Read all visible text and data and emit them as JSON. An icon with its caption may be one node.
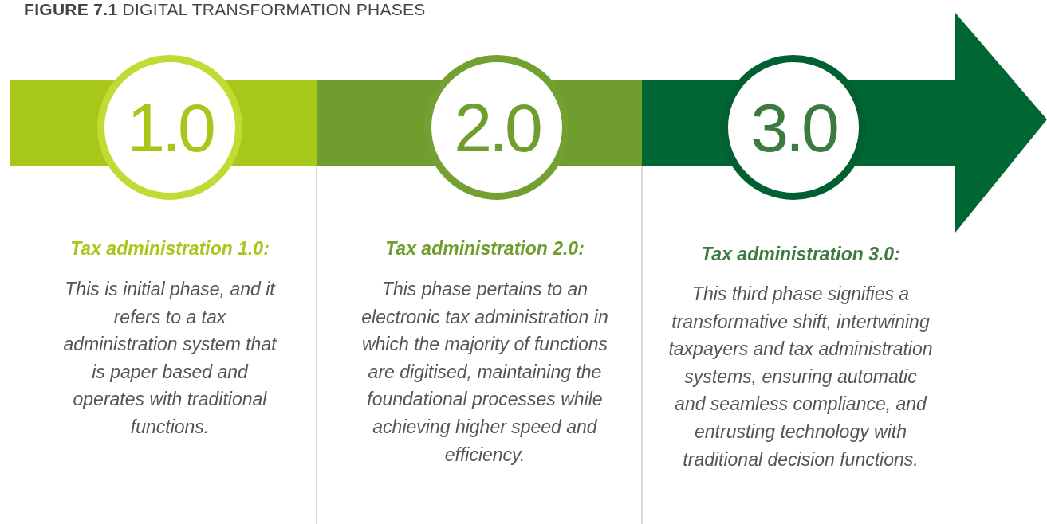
{
  "diagram": {
    "title": "**FIGURE 7.1** DIGITAL TRANSFORMATION PHASES",
    "nodes": [
      {
        "text": [
          "1.0"
        ],
        "beside": [
          "Tax administration 1.0:",
          "This is initial phase, and it refers to a tax administration system that is paper based and operates with traditional functions."
        ]
      },
      {
        "text": [
          "2.0"
        ],
        "beside": [
          "Tax administration 2.0:",
          "This phase pertains to an electronic tax administration in which the majority of functions are digitised, maintaining the foundational processes while achieving higher speed and efficiency."
        ]
      },
      {
        "text": [
          "3.0"
        ],
        "beside": [
          "Tax administration 3.0:",
          "This third phase signifies a transformative shift, intertwining taxpayers and tax administration systems, ensuring automatic and seamless compliance, and entrusting technology with traditional decision functions."
        ]
      }
    ],
    "edges": []
  }
}
